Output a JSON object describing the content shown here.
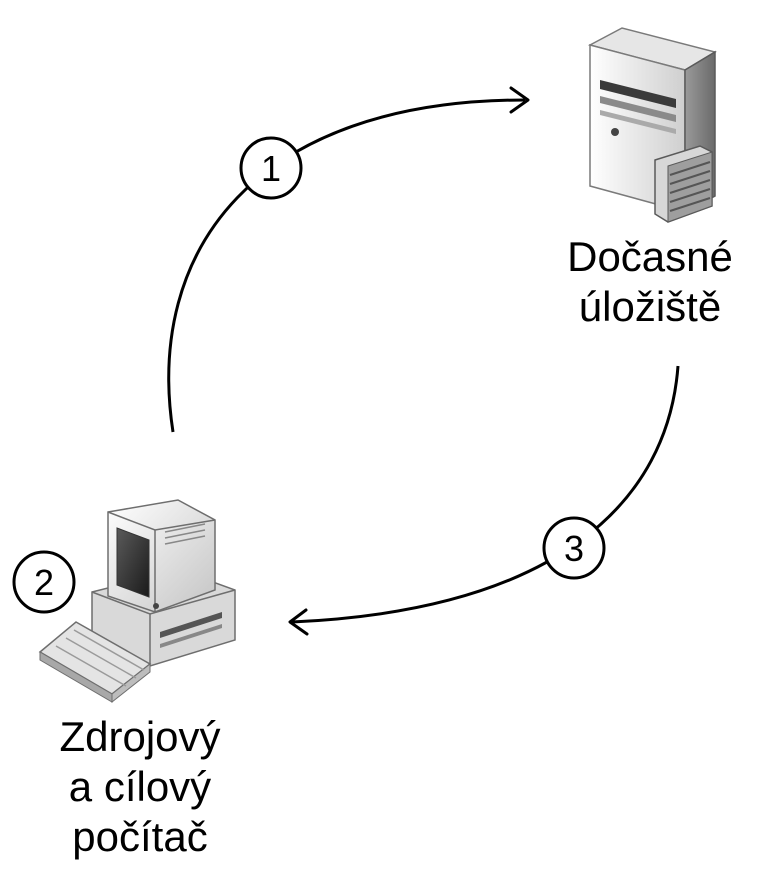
{
  "steps": [
    "1",
    "2",
    "3"
  ],
  "server": {
    "icon": "server-icon",
    "label_lines": [
      "Dočasné",
      "úložiště"
    ]
  },
  "computer": {
    "icon": "desktop-computer-icon",
    "label_lines": [
      "Zdrojový",
      "a cílový",
      "počítač"
    ]
  },
  "colors": {
    "line": "#000000",
    "background": "#ffffff",
    "icon_light": "#f2f2f2",
    "icon_mid": "#bdbdbd",
    "icon_dark": "#6e6e6e",
    "screen": "#2b2b2b"
  }
}
